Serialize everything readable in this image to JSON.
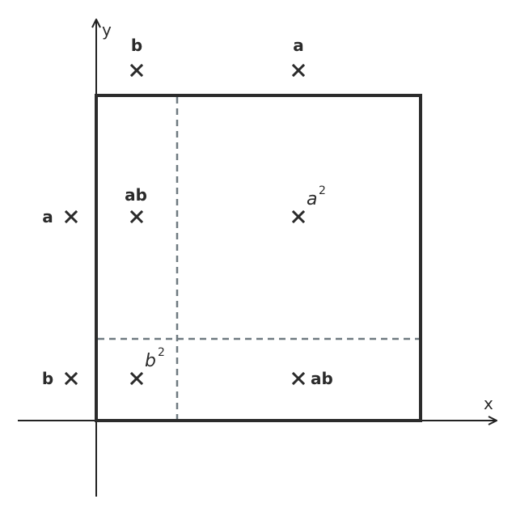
{
  "axes": {
    "x_label": "x",
    "y_label": "y"
  },
  "labels": {
    "top_b": "b",
    "top_a": "a",
    "left_a": "a",
    "left_b": "b",
    "inner_ab": "ab",
    "bottom_ab": "ab",
    "a_base": "a",
    "a_exp": "2",
    "b_base": "b",
    "b_exp": "2"
  },
  "colors": {
    "ink": "#2b2b2b",
    "dashed": "#6f7a80"
  }
}
